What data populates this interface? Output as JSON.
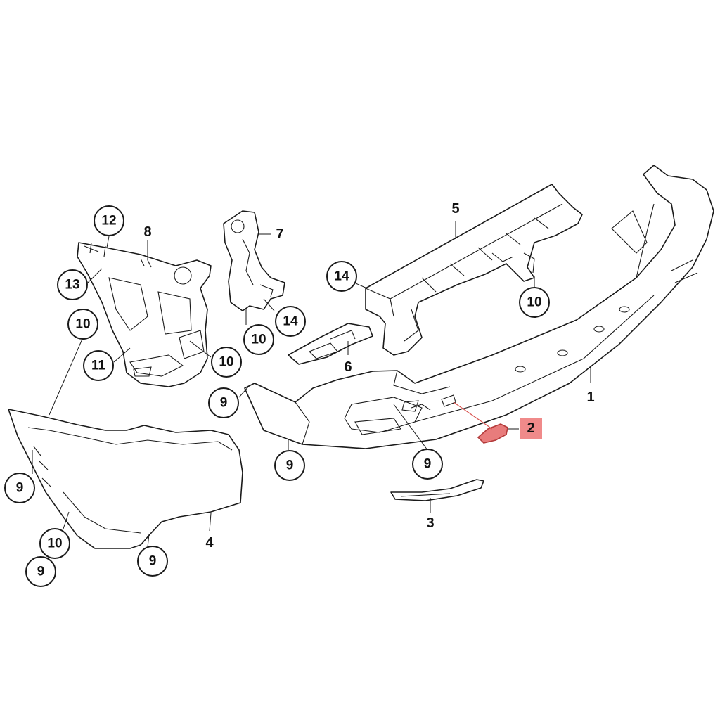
{
  "diagram": {
    "highlight_color": "#f08a8a",
    "line_color": "#1a1a1a",
    "callouts": [
      {
        "id": "c12",
        "label": "12",
        "style": "circle"
      },
      {
        "id": "c8",
        "label": "8",
        "style": "plain"
      },
      {
        "id": "c13",
        "label": "13",
        "style": "circle"
      },
      {
        "id": "c10a",
        "label": "10",
        "style": "circle"
      },
      {
        "id": "c11",
        "label": "11",
        "style": "circle"
      },
      {
        "id": "c10b",
        "label": "10",
        "style": "circle"
      },
      {
        "id": "c7",
        "label": "7",
        "style": "plain"
      },
      {
        "id": "c14a",
        "label": "14",
        "style": "circle"
      },
      {
        "id": "c10c",
        "label": "10",
        "style": "circle"
      },
      {
        "id": "c5",
        "label": "5",
        "style": "plain"
      },
      {
        "id": "c14b",
        "label": "14",
        "style": "circle"
      },
      {
        "id": "c10d",
        "label": "10",
        "style": "circle"
      },
      {
        "id": "c6",
        "label": "6",
        "style": "plain"
      },
      {
        "id": "c1",
        "label": "1",
        "style": "plain"
      },
      {
        "id": "c2",
        "label": "2",
        "style": "highlight"
      },
      {
        "id": "c9a",
        "label": "9",
        "style": "circle"
      },
      {
        "id": "c9b",
        "label": "9",
        "style": "circle"
      },
      {
        "id": "c9c",
        "label": "9",
        "style": "circle"
      },
      {
        "id": "c3",
        "label": "3",
        "style": "plain"
      },
      {
        "id": "c9d",
        "label": "9",
        "style": "circle"
      },
      {
        "id": "c10e",
        "label": "10",
        "style": "circle"
      },
      {
        "id": "c9e",
        "label": "9",
        "style": "circle"
      },
      {
        "id": "c9f",
        "label": "9",
        "style": "circle"
      },
      {
        "id": "c4",
        "label": "4",
        "style": "plain"
      }
    ]
  }
}
